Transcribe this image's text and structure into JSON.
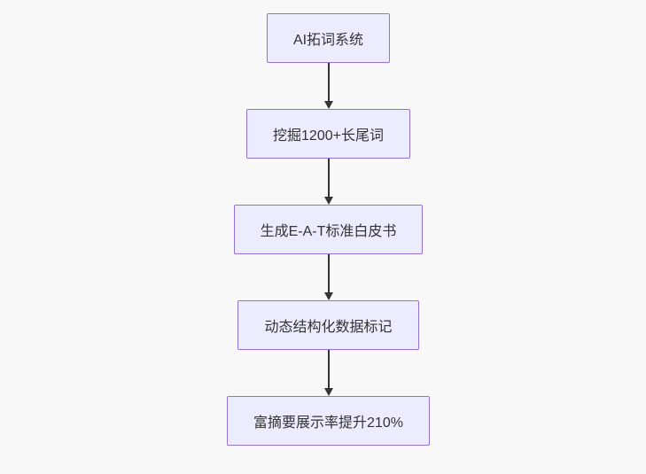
{
  "colors": {
    "background": "#f8f8f8",
    "node_fill": "#ECECFF",
    "node_border": "#9370DB",
    "node_text": "#333333",
    "arrow": "#333333"
  },
  "flowchart": {
    "type": "flowchart",
    "direction": "top-down",
    "nodes": [
      {
        "id": "n1",
        "label": "AI拓词系统"
      },
      {
        "id": "n2",
        "label": "挖掘1200+长尾词"
      },
      {
        "id": "n3",
        "label": "生成E-A-T标准白皮书"
      },
      {
        "id": "n4",
        "label": "动态结构化数据标记"
      },
      {
        "id": "n5",
        "label": "富摘要展示率提升210%"
      }
    ],
    "edges": [
      {
        "from": "n1",
        "to": "n2"
      },
      {
        "from": "n2",
        "to": "n3"
      },
      {
        "from": "n3",
        "to": "n4"
      },
      {
        "from": "n4",
        "to": "n5"
      }
    ]
  }
}
